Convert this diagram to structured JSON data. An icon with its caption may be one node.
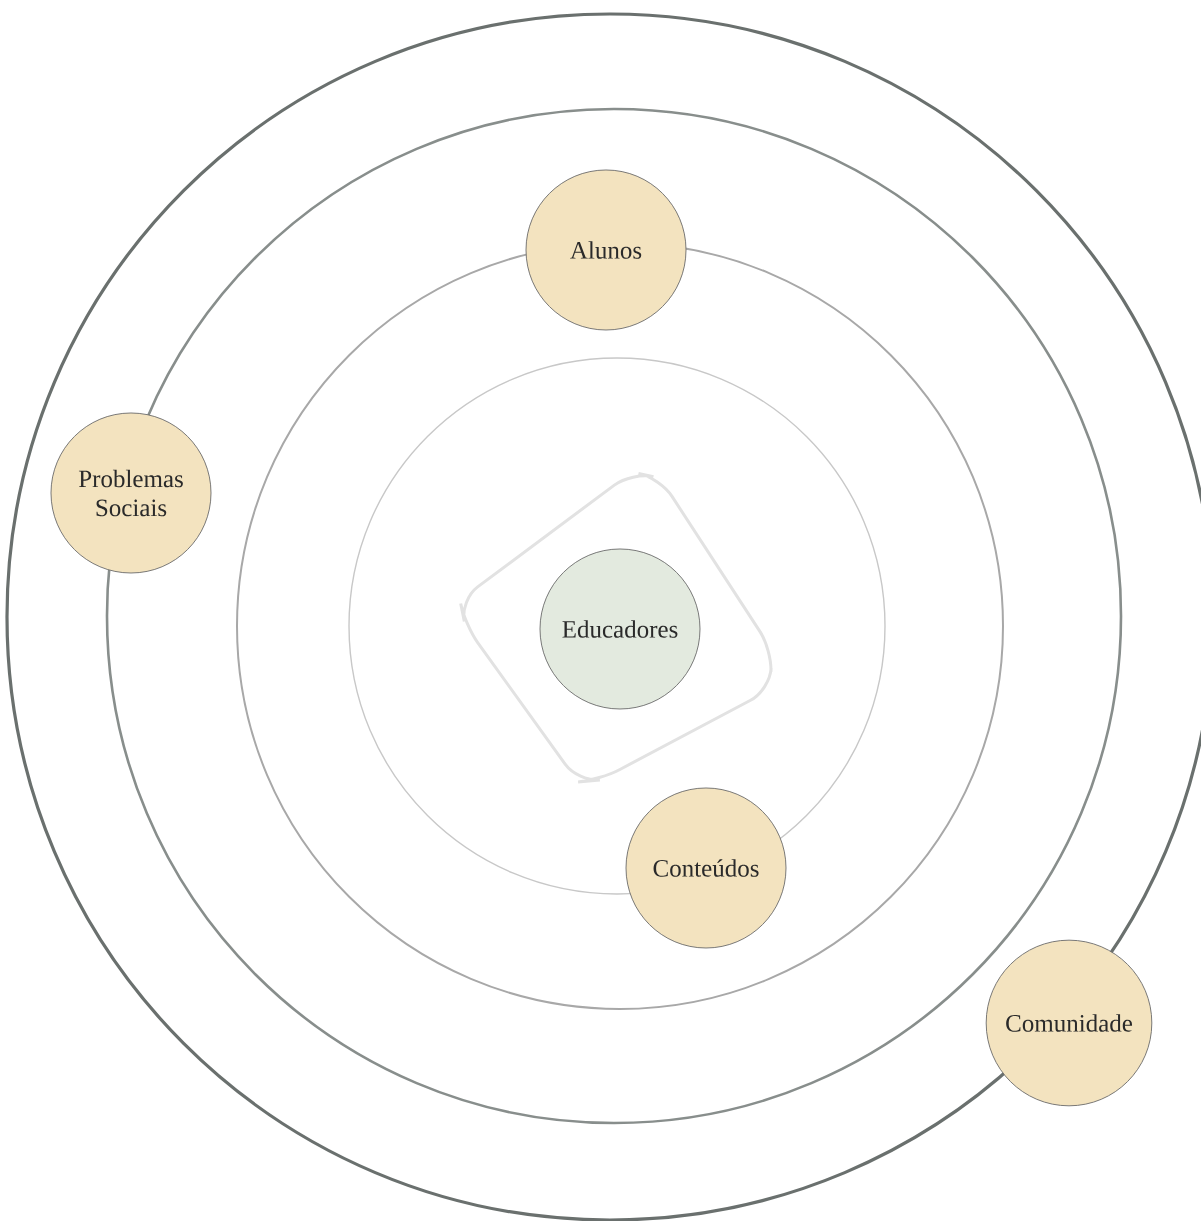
{
  "diagram": {
    "nodes": [
      {
        "text": [
          "Alunos"
        ]
      },
      {
        "text": [
          "Problemas Sociais"
        ]
      },
      {
        "text": [
          "Educadores"
        ]
      },
      {
        "text": [
          "Conteúdos"
        ]
      },
      {
        "text": [
          "Comunidade"
        ]
      }
    ]
  }
}
